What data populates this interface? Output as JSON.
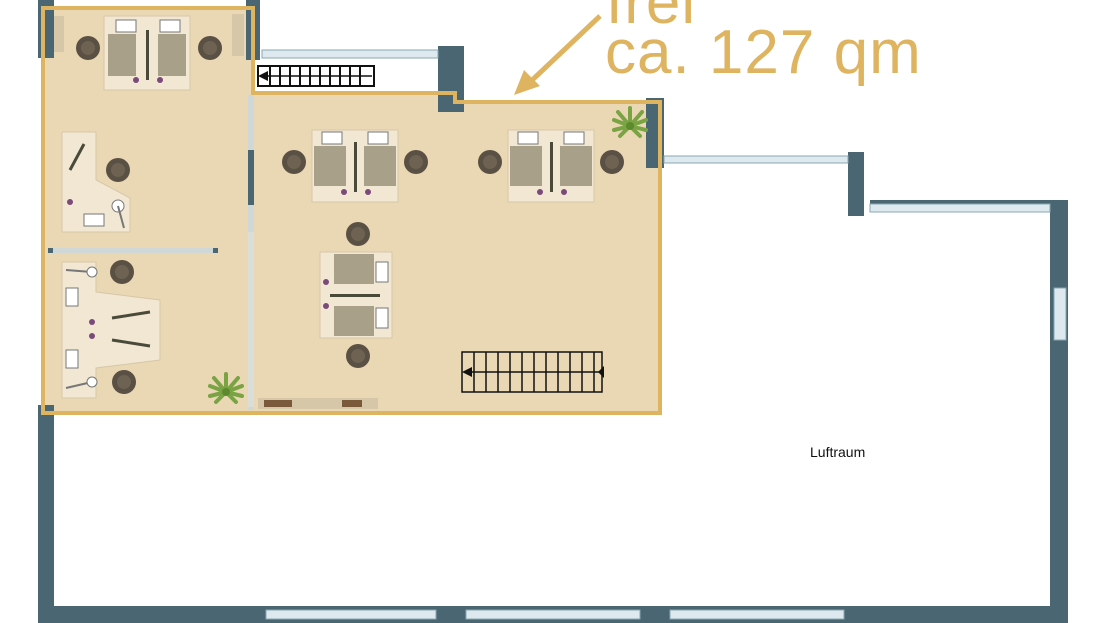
{
  "annotation": {
    "line1": "frei",
    "line2": "ca. 127 qm"
  },
  "labels": {
    "void": "Luftraum"
  },
  "colors": {
    "wall": "#4a6672",
    "floor": "#ead8b5",
    "highlight": "#dfb461",
    "window": "#dde9ee",
    "furniture": "#5a5043",
    "desk": "#a9a08a",
    "plant": "#7aa344",
    "background": "#ffffff"
  }
}
